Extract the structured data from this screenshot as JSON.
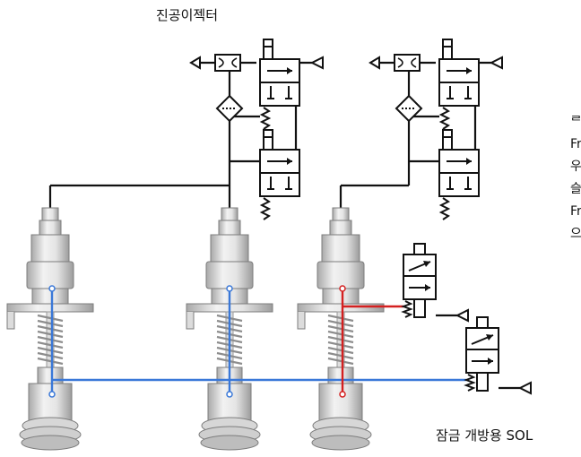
{
  "labels": {
    "vacuum_ejector": "진공이젝터",
    "lock_release_sol": "잠금 개방용 SOL"
  },
  "side_text": [
    "ᄅ",
    "Fr",
    "우",
    "슬",
    "Fr",
    "으"
  ],
  "colors": {
    "pneumatic_line": "#111111",
    "unlock_line": "#3a78d8",
    "lock_line": "#d42020",
    "body_light": "#e6e6e6",
    "body_mid": "#c8c8c8",
    "outline": "#7d7d7d"
  }
}
